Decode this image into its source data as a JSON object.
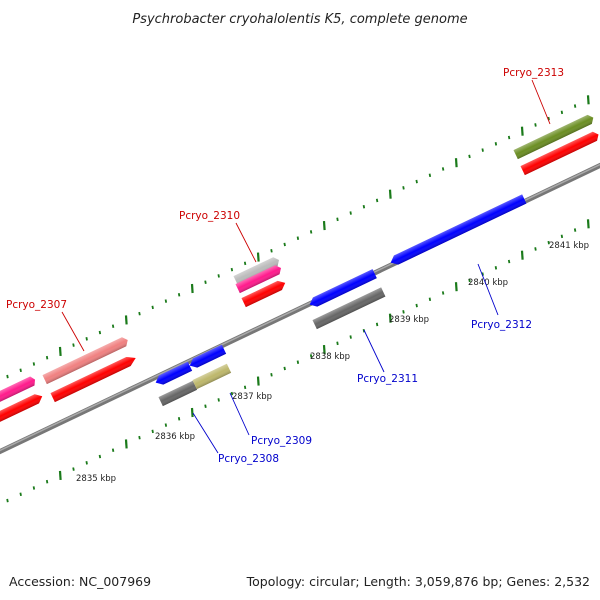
{
  "title": "Psychrobacter cryohalolentis K5, complete genome",
  "footer": {
    "accession": "Accession: NC_007969",
    "topology": "Topology: circular; Length: 3,059,876 bp; Genes: 2,532"
  },
  "kbp_labels": [
    "2835 kbp",
    "2836 kbp",
    "2837 kbp",
    "2838 kbp",
    "2839 kbp",
    "2840 kbp",
    "2841 kbp"
  ],
  "gene_labels": {
    "pcryo_2307": "Pcryo_2307",
    "pcryo_2308": "Pcryo_2308",
    "pcryo_2309": "Pcryo_2309",
    "pcryo_2310": "Pcryo_2310",
    "pcryo_2311": "Pcryo_2311",
    "pcryo_2312": "Pcryo_2312",
    "pcryo_2313": "Pcryo_2313"
  },
  "colors": {
    "forward_gene": "#ff0000",
    "reverse_gene": "#0000ff",
    "label_forward": "#cc0000",
    "label_reverse": "#0000cc",
    "backbone": "#888888",
    "tick": "#1a7a1a",
    "pink": "#ff1a8c",
    "salmon": "#f08080",
    "olive": "#6b8e23",
    "gray_gene": "#666666",
    "light_gray_gene": "#bbbbbb",
    "khaki": "#bdb76b"
  }
}
